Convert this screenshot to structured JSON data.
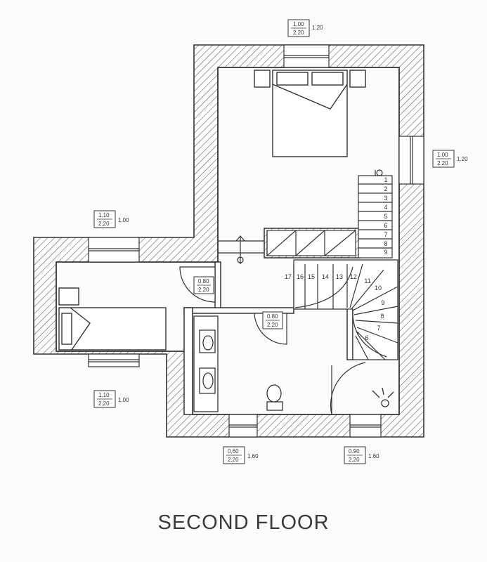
{
  "title": "SECOND FLOOR",
  "openings": [
    {
      "id": "window-top",
      "top": "1.00",
      "bottom": "2.20",
      "side": "1.20"
    },
    {
      "id": "window-right",
      "top": "1.00",
      "bottom": "2.20",
      "side": "1.20"
    },
    {
      "id": "window-left-top",
      "top": "1.10",
      "bottom": "2.20",
      "side": "1.00"
    },
    {
      "id": "window-left-bottom",
      "top": "1.10",
      "bottom": "2.20",
      "side": "1.00"
    },
    {
      "id": "window-bottom-left",
      "top": "0.60",
      "bottom": "2.20",
      "side": "1.60"
    },
    {
      "id": "window-bottom-right",
      "top": "0.90",
      "bottom": "2.20",
      "side": "1.60"
    },
    {
      "id": "door-left-bedroom",
      "top": "0.80",
      "bottom": "2.20"
    },
    {
      "id": "door-bathroom",
      "top": "0.80",
      "bottom": "2.20"
    }
  ],
  "stair_steps_straight": [
    "1",
    "2",
    "3",
    "4",
    "5",
    "6",
    "7",
    "8",
    "9"
  ],
  "stair_steps_winding": [
    "10",
    "11",
    "12",
    "13",
    "14",
    "15",
    "16",
    "17"
  ],
  "stair_steps_lower": [
    "6",
    "7",
    "8",
    "9",
    "10",
    "11"
  ]
}
